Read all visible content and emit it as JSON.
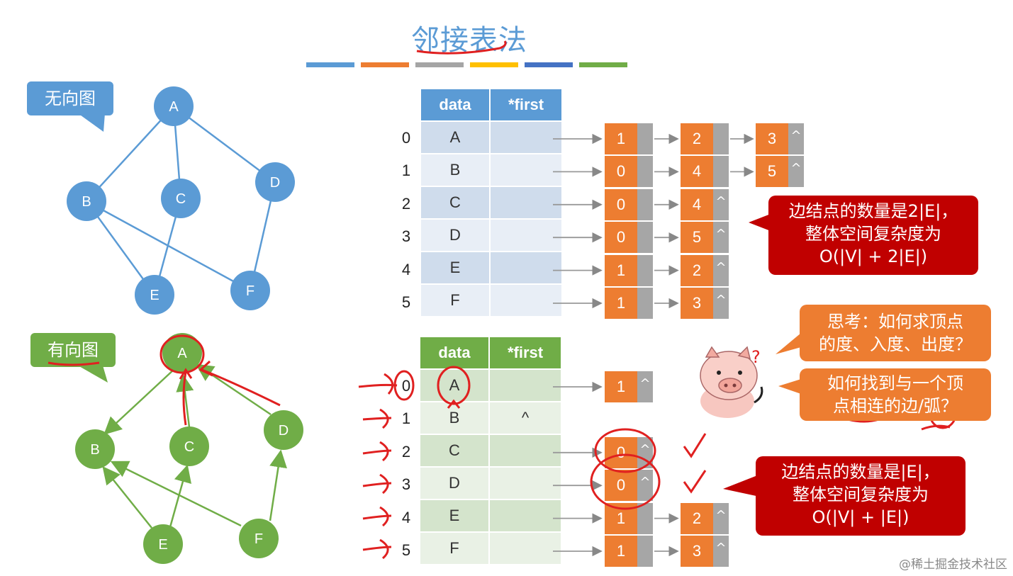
{
  "title": "邻接表法",
  "palette": [
    "#5b9bd5",
    "#ed7d31",
    "#a5a5a5",
    "#ffc000",
    "#4472c4",
    "#70ad47"
  ],
  "undirected": {
    "label": "无向图",
    "nodes": [
      "A",
      "B",
      "C",
      "D",
      "E",
      "F"
    ],
    "table": {
      "headers": [
        "data",
        "*first"
      ],
      "indices": [
        "0",
        "1",
        "2",
        "3",
        "4",
        "5"
      ],
      "rows": [
        {
          "data": "A",
          "first": ""
        },
        {
          "data": "B",
          "first": ""
        },
        {
          "data": "C",
          "first": ""
        },
        {
          "data": "D",
          "first": ""
        },
        {
          "data": "E",
          "first": ""
        },
        {
          "data": "F",
          "first": ""
        }
      ]
    },
    "lists": [
      [
        {
          "v": "1",
          "n": ""
        },
        {
          "v": "2",
          "n": ""
        },
        {
          "v": "3",
          "n": "^"
        }
      ],
      [
        {
          "v": "0",
          "n": ""
        },
        {
          "v": "4",
          "n": ""
        },
        {
          "v": "5",
          "n": "^"
        }
      ],
      [
        {
          "v": "0",
          "n": ""
        },
        {
          "v": "4",
          "n": "^"
        }
      ],
      [
        {
          "v": "0",
          "n": ""
        },
        {
          "v": "5",
          "n": "^"
        }
      ],
      [
        {
          "v": "1",
          "n": ""
        },
        {
          "v": "2",
          "n": "^"
        }
      ],
      [
        {
          "v": "1",
          "n": ""
        },
        {
          "v": "3",
          "n": "^"
        }
      ]
    ],
    "note": [
      "边结点的数量是2|E|，",
      "整体空间复杂度为",
      "O(|V| + 2|E|)"
    ]
  },
  "directed": {
    "label": "有向图",
    "nodes": [
      "A",
      "B",
      "C",
      "D",
      "E",
      "F"
    ],
    "table": {
      "headers": [
        "data",
        "*first"
      ],
      "indices": [
        "0",
        "1",
        "2",
        "3",
        "4",
        "5"
      ],
      "rows": [
        {
          "data": "A",
          "first": ""
        },
        {
          "data": "B",
          "first": "^"
        },
        {
          "data": "C",
          "first": ""
        },
        {
          "data": "D",
          "first": ""
        },
        {
          "data": "E",
          "first": ""
        },
        {
          "data": "F",
          "first": ""
        }
      ]
    },
    "lists": [
      [
        {
          "v": "1",
          "n": "^"
        }
      ],
      [],
      [
        {
          "v": "0",
          "n": "^"
        }
      ],
      [
        {
          "v": "0",
          "n": "^"
        }
      ],
      [
        {
          "v": "1",
          "n": ""
        },
        {
          "v": "2",
          "n": "^"
        }
      ],
      [
        {
          "v": "1",
          "n": ""
        },
        {
          "v": "3",
          "n": "^"
        }
      ]
    ],
    "note": [
      "边结点的数量是|E|，",
      "整体空间复杂度为",
      "O(|V| + |E|)"
    ]
  },
  "think": [
    "思考：如何求顶点",
    "的度、入度、出度？"
  ],
  "question": [
    "如何找到与一个顶",
    "点相连的边/弧？"
  ],
  "watermark": "@稀土掘金技术社区"
}
